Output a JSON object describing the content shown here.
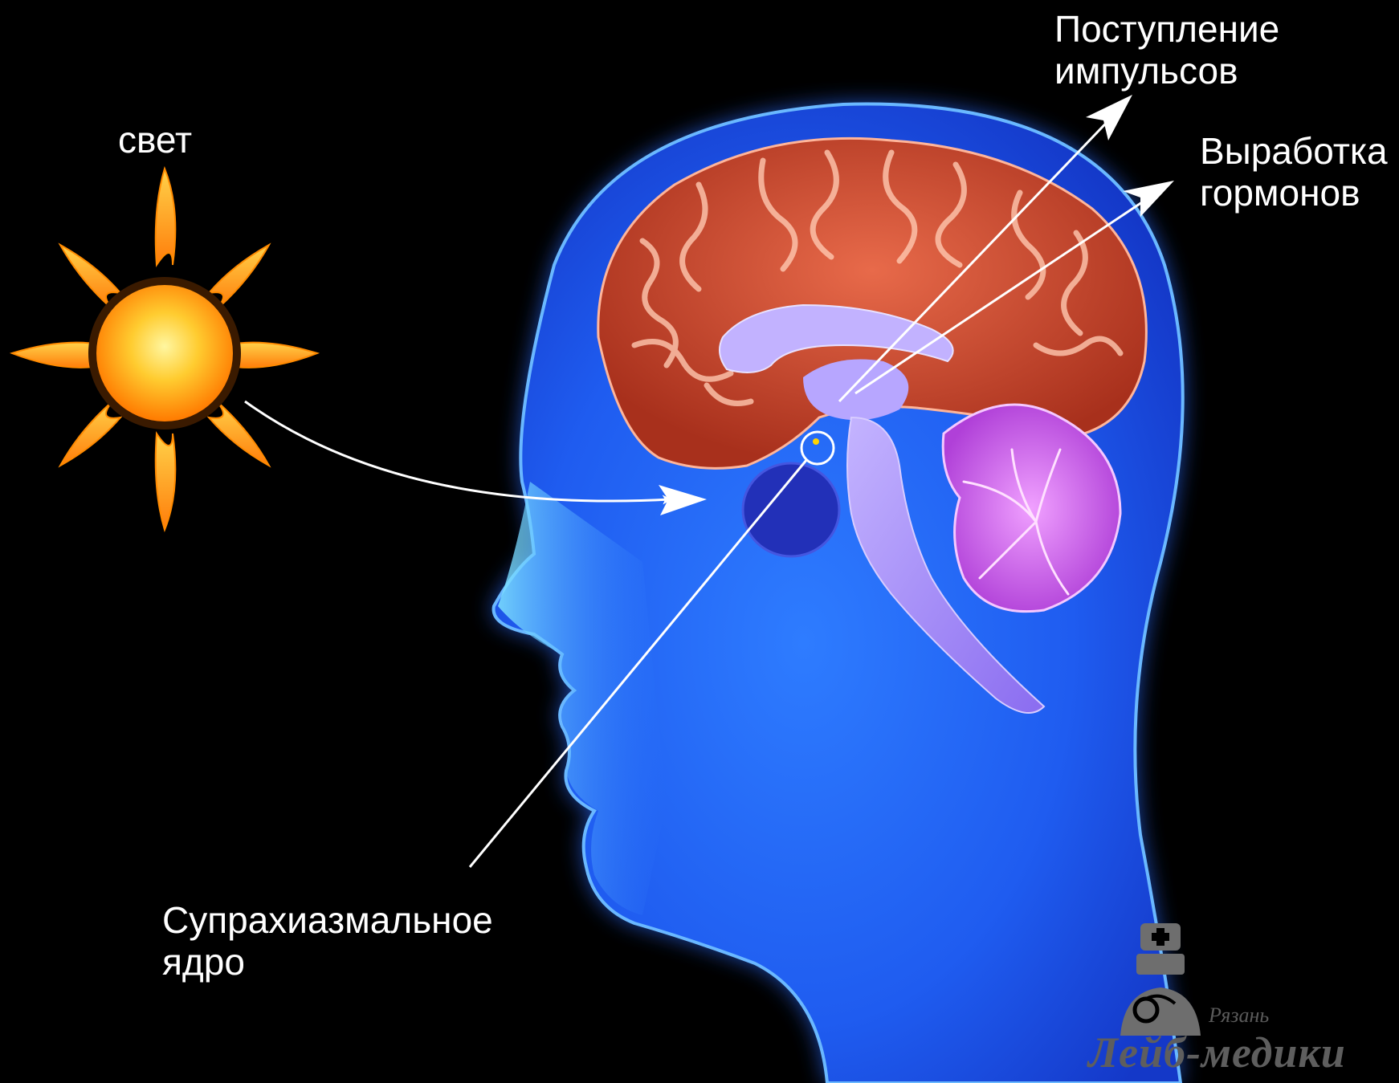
{
  "labels": {
    "light": "свет",
    "impulses": [
      "Поступление",
      "импульсов"
    ],
    "hormones": [
      "Выработка",
      "гормонов"
    ],
    "scn": [
      "Супрахиазмальное",
      "ядро"
    ]
  },
  "watermark": {
    "city": "Рязань",
    "name": "Лейб-медики"
  },
  "colors": {
    "background": "#000000",
    "head": "#1f5cf0",
    "cerebrum": "#c8412c",
    "brainstem": "#a58cf5",
    "cerebellum": "#c05ae0",
    "sun": "#ff9a10",
    "arrows": "#ffffff"
  }
}
